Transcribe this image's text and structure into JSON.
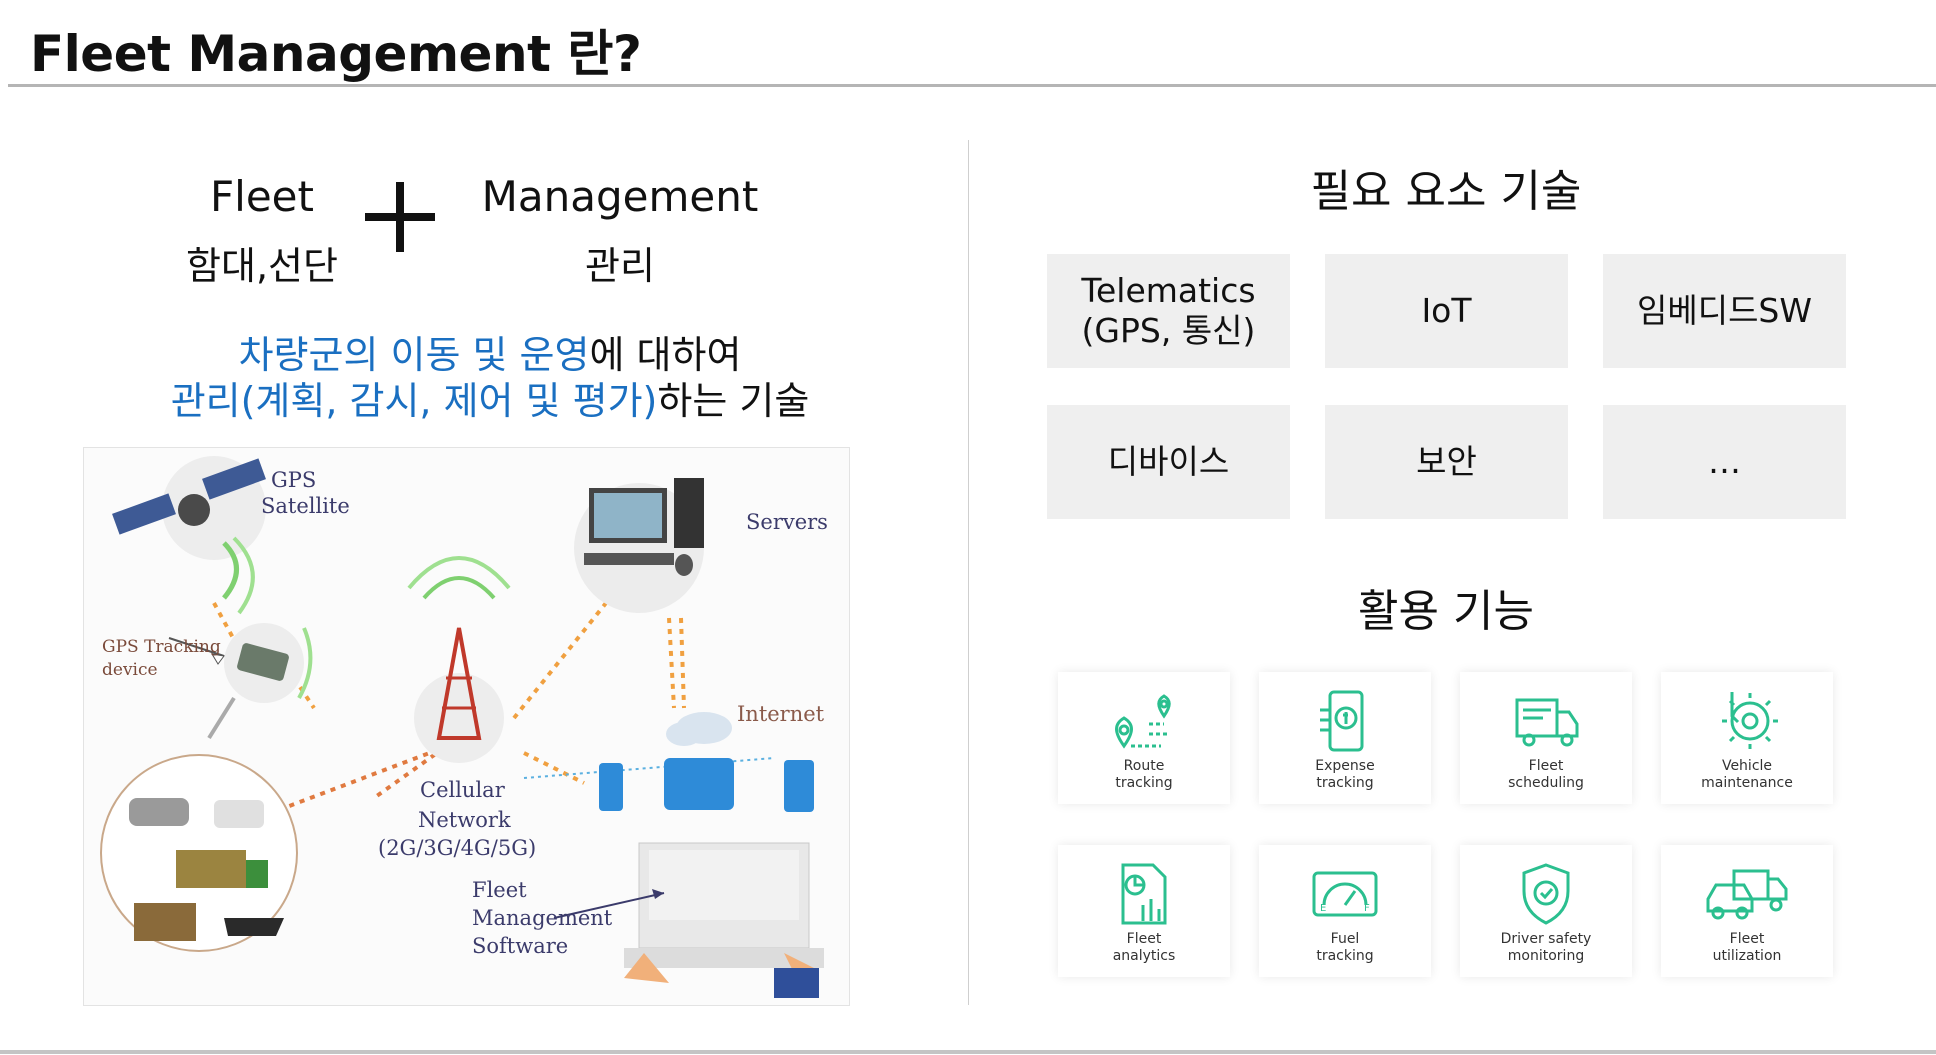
{
  "page_title": "Fleet Management 란?",
  "concept": {
    "term1": "Fleet",
    "term1_meaning": "함대,선단",
    "term2": "Management",
    "term2_meaning": "관리",
    "desc_line1_highlight": "차량군의 이동 및 운영",
    "desc_line1_rest": "에 대하여",
    "desc_line2_highlight": "관리(계획, 감시, 제어 및 평가)",
    "desc_line2_rest": "하는 기술"
  },
  "diagram": {
    "labels": {
      "gps_satellite_1": "GPS",
      "gps_satellite_2": "Satellite",
      "servers": "Servers",
      "gps_tracking_1": "GPS Tracking",
      "gps_tracking_2": "device",
      "internet": "Internet",
      "cellular_1": "Cellular",
      "cellular_2": "Network",
      "cellular_3": "(2G/3G/4G/5G)",
      "software_1": "Fleet",
      "software_2": "Management",
      "software_3": "Software"
    }
  },
  "tech": {
    "heading": "필요 요소 기술",
    "items": [
      "Telematics\n(GPS, 통신)",
      "IoT",
      "임베디드SW",
      "디바이스",
      "보안",
      "…"
    ]
  },
  "functions": {
    "heading": "활용 기능",
    "accent_color": "#2bbf8f",
    "items": [
      {
        "icon": "route-icon",
        "label": "Route\ntracking"
      },
      {
        "icon": "expense-icon",
        "label": "Expense\ntracking"
      },
      {
        "icon": "truck-schedule-icon",
        "label": "Fleet\nscheduling"
      },
      {
        "icon": "wrench-gear-icon",
        "label": "Vehicle\nmaintenance"
      },
      {
        "icon": "analytics-icon",
        "label": "Fleet\nanalytics"
      },
      {
        "icon": "fuel-gauge-icon",
        "label": "Fuel\ntracking"
      },
      {
        "icon": "shield-check-icon",
        "label": "Driver safety\nmonitoring"
      },
      {
        "icon": "fleet-vehicles-icon",
        "label": "Fleet\nutilization"
      }
    ]
  }
}
